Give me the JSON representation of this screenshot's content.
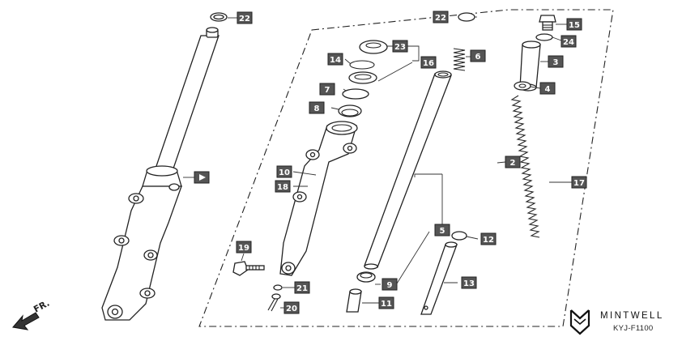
{
  "diagram": {
    "callouts": [
      {
        "id": "22a",
        "label": "22"
      },
      {
        "id": "22b",
        "label": "22"
      },
      {
        "id": "15",
        "label": "15"
      },
      {
        "id": "24",
        "label": "24"
      },
      {
        "id": "3",
        "label": "3"
      },
      {
        "id": "4",
        "label": "4"
      },
      {
        "id": "23",
        "label": "23"
      },
      {
        "id": "16",
        "label": "16"
      },
      {
        "id": "14",
        "label": "14"
      },
      {
        "id": "7",
        "label": "7"
      },
      {
        "id": "8",
        "label": "8"
      },
      {
        "id": "6",
        "label": "6"
      },
      {
        "id": "2",
        "label": "2"
      },
      {
        "id": "17",
        "label": "17"
      },
      {
        "id": "10",
        "label": "10"
      },
      {
        "id": "18",
        "label": "18"
      },
      {
        "id": "5",
        "label": "5"
      },
      {
        "id": "12",
        "label": "12"
      },
      {
        "id": "13",
        "label": "13"
      },
      {
        "id": "9",
        "label": "9"
      },
      {
        "id": "19",
        "label": "19"
      },
      {
        "id": "21",
        "label": "21"
      },
      {
        "id": "20",
        "label": "20"
      },
      {
        "id": "11",
        "label": "11"
      }
    ],
    "direction_label": "FR.",
    "brand": "MINTWELL",
    "diagram_code": "KYJ-F1100"
  }
}
